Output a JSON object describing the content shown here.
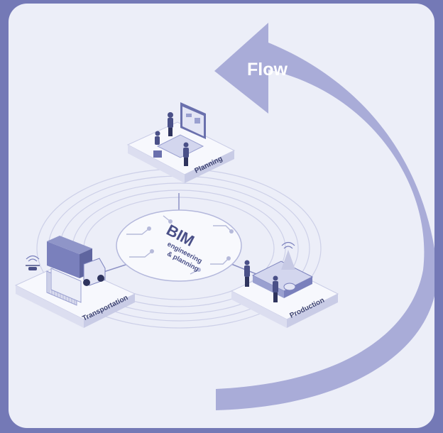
{
  "flow_label": "Flow",
  "hub": {
    "title": "BIM",
    "line1": "engineering",
    "line2": "& planning"
  },
  "stations": {
    "planning": "Planning",
    "transportation": "Transportation",
    "production": "Production"
  },
  "colors": {
    "background": "#7479b6",
    "card": "#eceef8",
    "arrow": "#a9acd8",
    "platform_top": "#f7f8fd",
    "platform_side": "#c9cce6",
    "ink": "#3c4270"
  }
}
